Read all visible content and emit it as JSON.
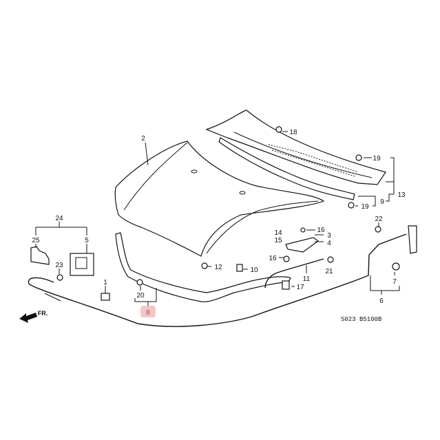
{
  "diagram": {
    "code": "S023 B5100B",
    "front_indicator": "FR.",
    "highlight_color": "#f4b8b8",
    "callouts": {
      "hood": "2",
      "clip_18": "18",
      "clip_19_top": "19",
      "clip_19_bottom": "19",
      "cowl_assembly": "13",
      "seal_9": "9",
      "bolt_22": "22",
      "part_14": "14",
      "part_15": "15",
      "bolt_16_top": "16",
      "bolt_16_left": "16",
      "hinge_3": "3",
      "hinge_4": "4",
      "bumper_12": "12",
      "part_10": "10",
      "support_rod_11": "11",
      "grommet_21": "21",
      "holder_17": "17",
      "part_7": "7",
      "cable_6": "6",
      "latch_assembly_24": "24",
      "cover_25": "25",
      "latch_5": "5",
      "bolt_23": "23",
      "clip_1": "1",
      "clip_20": "20",
      "seal_8": "8"
    }
  }
}
